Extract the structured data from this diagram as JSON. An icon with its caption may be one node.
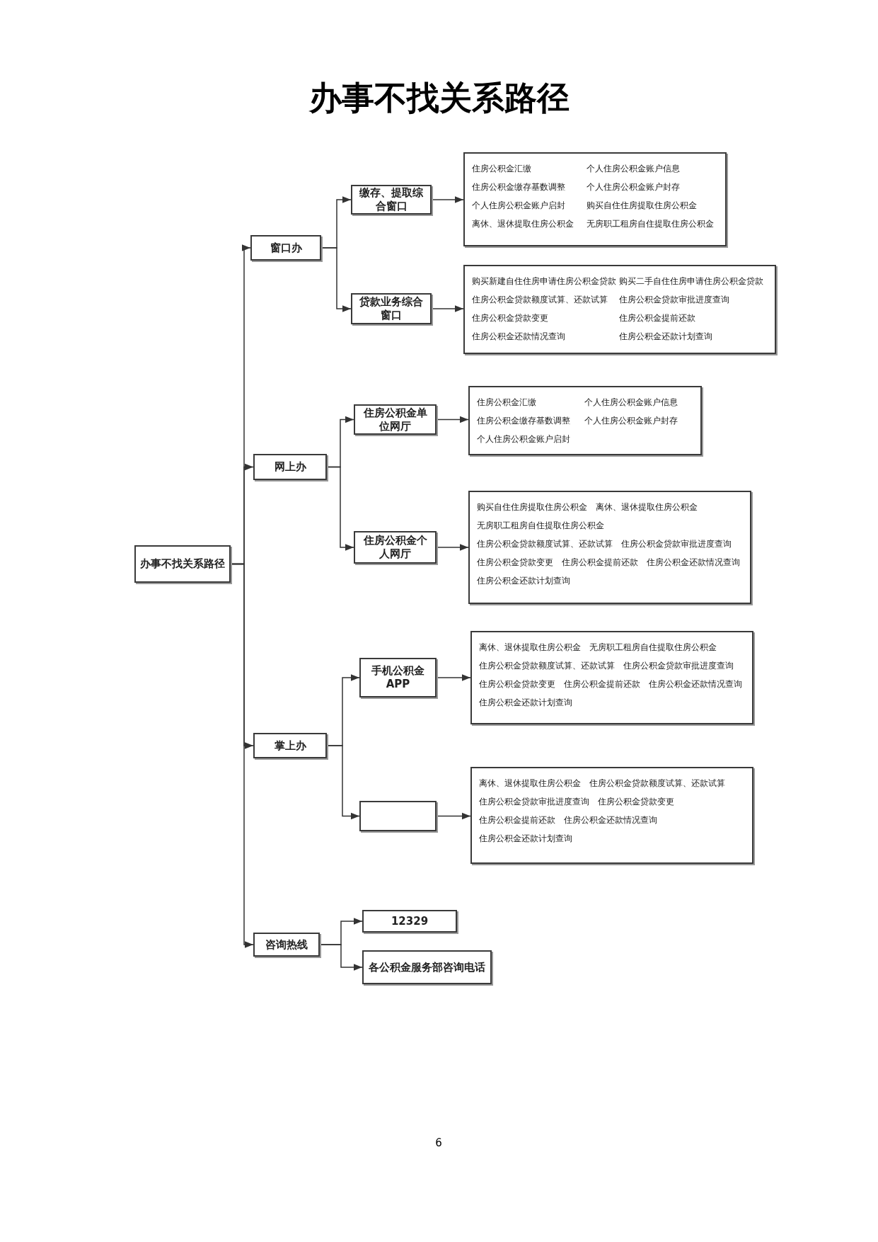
{
  "diagram": {
    "title": "办事不找关系路径",
    "nodes": [
      {
        "text": [
          "办事不找关系路径"
        ]
      },
      {
        "text": [
          "窗口办"
        ]
      },
      {
        "text": [
          "缴存、提取综合窗口"
        ]
      },
      {
        "text": [
          "住房公积金汇缴",
          "个人住房公积金账户信息",
          "住房公积金缴存基数调整",
          "个人住房公积金账户封存",
          "个人住房公积金账户启封",
          "购买自住住房提取住房公积金",
          "离休、退休提取住房公积金",
          "无房职工租房自住提取住房公积金"
        ]
      },
      {
        "text": [
          "贷款业务综合窗口"
        ]
      },
      {
        "text": [
          "购买新建自住住房申请住房公积金贷款",
          "购买二手自住住房申请住房公积金贷款",
          "住房公积金贷款额度试算、还款试算",
          "住房公积金贷款审批进度查询",
          "住房公积金贷款变更",
          "住房公积金提前还款",
          "住房公积金还款情况查询",
          "住房公积金还款计划查询"
        ]
      },
      {
        "text": [
          "网上办"
        ]
      },
      {
        "text": [
          "住房公积金单位网厅"
        ]
      },
      {
        "text": [
          "住房公积金汇缴",
          "个人住房公积金账户信息",
          "住房公积金缴存基数调整",
          "个人住房公积金账户封存",
          "个人住房公积金账户启封"
        ]
      },
      {
        "text": [
          "住房公积金个人网厅"
        ]
      },
      {
        "text": [
          "购买自住住房提取住房公积金",
          "离休、退休提取住房公积金",
          "无房职工租房自住提取住房公积金",
          "住房公积金贷款额度试算、还款试算",
          "住房公积金贷款审批进度查询",
          "住房公积金贷款变更",
          "住房公积金提前还款",
          "住房公积金还款情况查询",
          "住房公积金还款计划查询"
        ]
      },
      {
        "text": [
          "掌上办"
        ]
      },
      {
        "text": [
          "手机公积金 APP"
        ]
      },
      {
        "text": [
          "离休、退休提取住房公积金",
          "无房职工租房自住提取住房公积金",
          "住房公积金贷款额度试算、还款试算",
          "住房公积金贷款审批进度查询",
          "住房公积金贷款变更",
          "住房公积金提前还款",
          "住房公积金还款情况查询",
          "住房公积金还款计划查询"
        ]
      },
      {
        "text": [],
        "shape": "box"
      },
      {
        "text": [
          "离休、退休提取住房公积金",
          "住房公积金贷款额度试算、还款试算",
          "住房公积金贷款审批进度查询",
          "住房公积金贷款变更",
          "住房公积金提前还款",
          "住房公积金还款情况查询",
          "住房公积金还款计划查询"
        ]
      },
      {
        "text": [
          "咨询热线"
        ]
      },
      {
        "text": [
          "12329"
        ]
      },
      {
        "text": [
          "各公积金服务部咨询电话"
        ]
      }
    ],
    "edges": [
      {
        "from": 0,
        "to": 1,
        "arrow": "to"
      },
      {
        "from": 0,
        "to": 6,
        "arrow": "to"
      },
      {
        "from": 0,
        "to": 11,
        "arrow": "to"
      },
      {
        "from": 0,
        "to": 16,
        "arrow": "to"
      },
      {
        "from": 1,
        "to": 2,
        "arrow": "to"
      },
      {
        "from": 1,
        "to": 4,
        "arrow": "to"
      },
      {
        "from": 2,
        "to": 3,
        "arrow": "to"
      },
      {
        "from": 4,
        "to": 5,
        "arrow": "to"
      },
      {
        "from": 6,
        "to": 7,
        "arrow": "to"
      },
      {
        "from": 6,
        "to": 9,
        "arrow": "to"
      },
      {
        "from": 7,
        "to": 8,
        "arrow": "to"
      },
      {
        "from": 9,
        "to": 10,
        "arrow": "to"
      },
      {
        "from": 11,
        "to": 12,
        "arrow": "to"
      },
      {
        "from": 11,
        "to": 14,
        "arrow": "to"
      },
      {
        "from": 12,
        "to": 13,
        "arrow": "to"
      },
      {
        "from": 14,
        "to": 15,
        "arrow": "to"
      },
      {
        "from": 16,
        "to": 17,
        "arrow": "to"
      },
      {
        "from": 16,
        "to": 18,
        "arrow": "to"
      }
    ],
    "labels": [
      "6"
    ]
  }
}
